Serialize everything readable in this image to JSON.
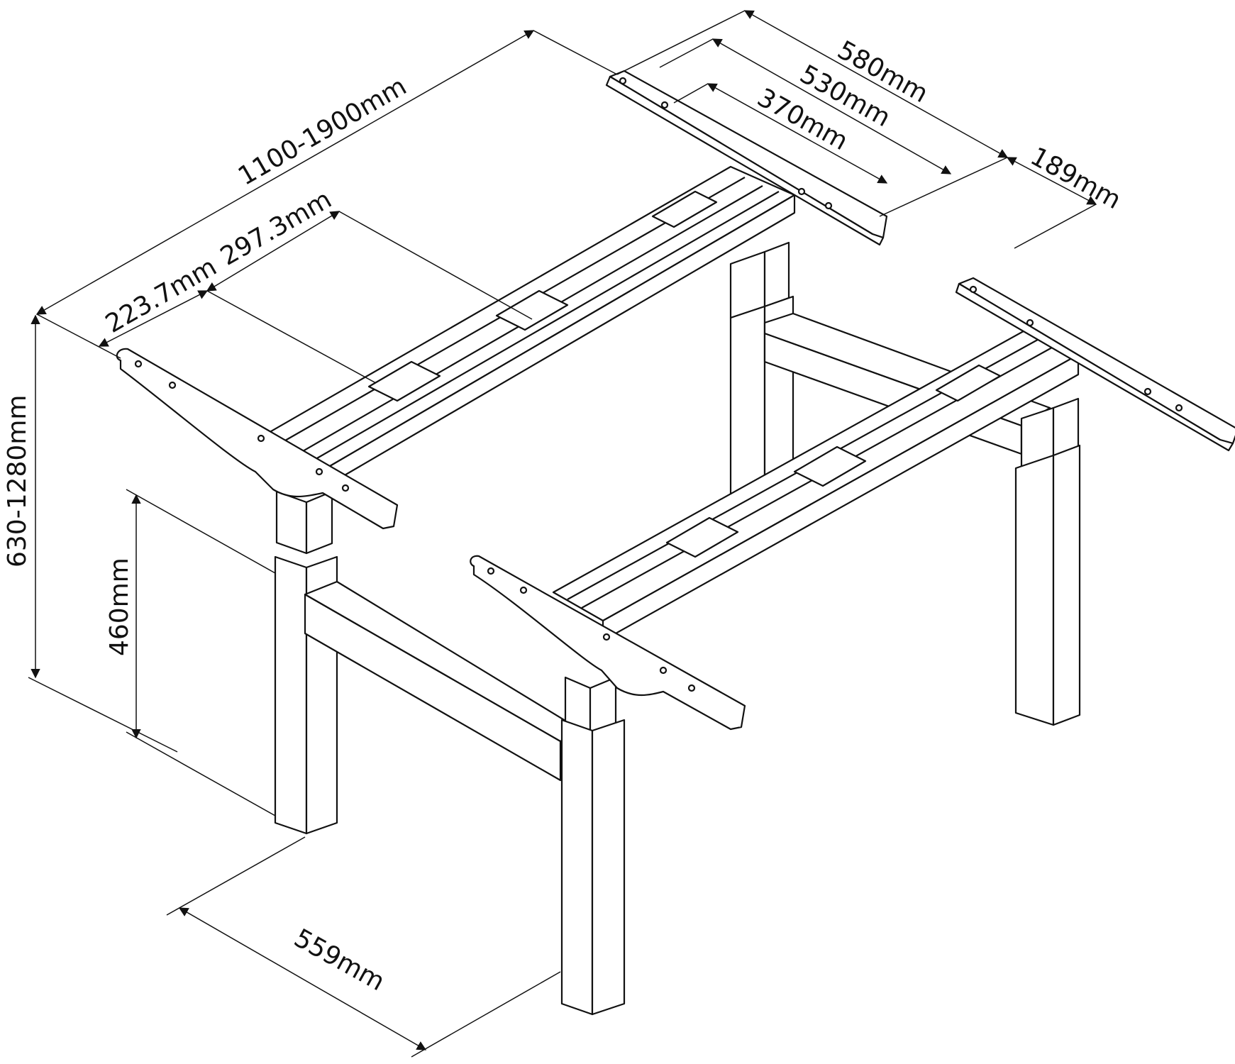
{
  "drawing": {
    "line_color": "#111111",
    "background": "#ffffff"
  },
  "dimensions": {
    "length": "1100-1900mm",
    "depth_outer": "580mm",
    "depth_mid": "530mm",
    "depth_inner": "370mm",
    "offset": "189mm",
    "beam_offset": "297.3mm",
    "bracket_offset": "223.7mm",
    "height_range": "630-1280mm",
    "crossbar_height": "460mm",
    "foot_spacing": "559mm"
  }
}
